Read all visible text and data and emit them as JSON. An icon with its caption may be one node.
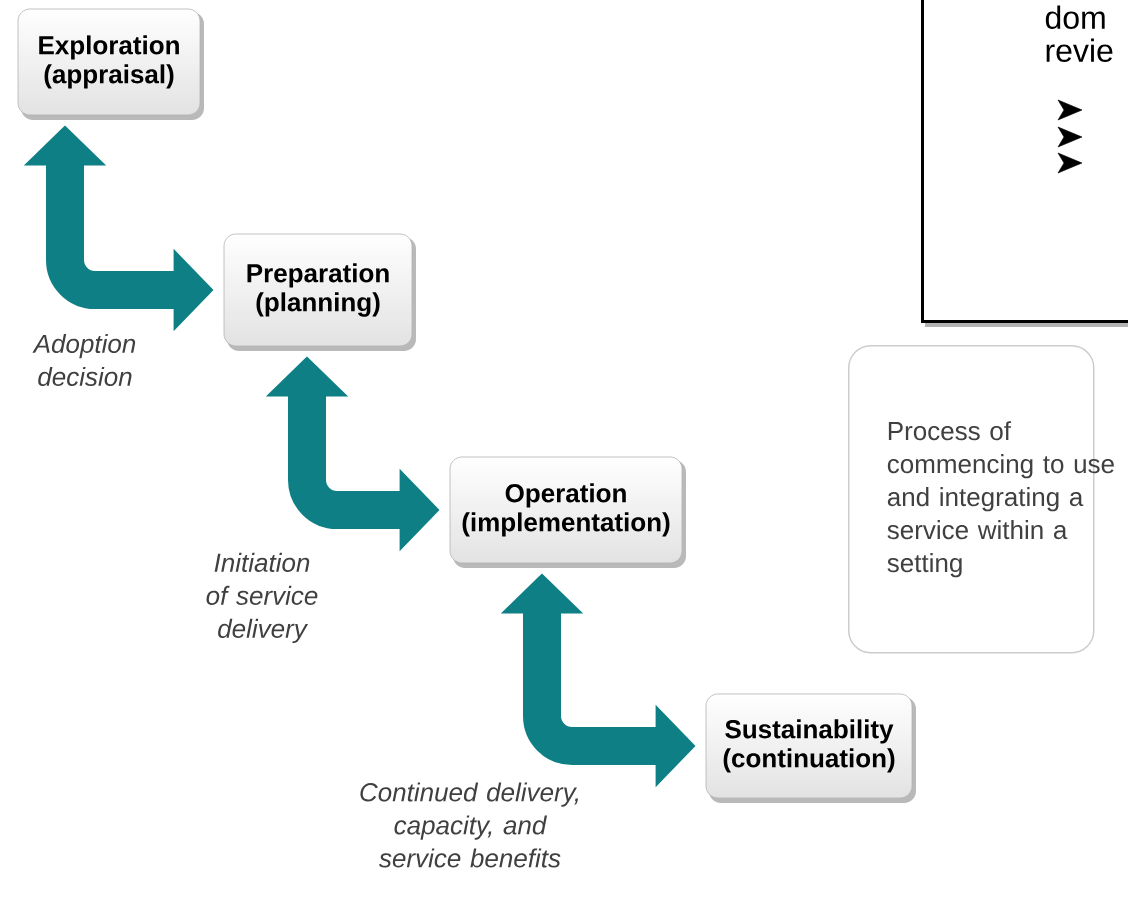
{
  "diagram": {
    "nodes": [
      {
        "text": [
          "Exploration (appraisal)"
        ]
      },
      {
        "text": [
          "Preparation (planning)"
        ]
      },
      {
        "text": [
          "Operation (implementation)"
        ]
      },
      {
        "text": [
          "Sustainability (continuation)"
        ]
      },
      {
        "text": [
          "dom revie"
        ]
      },
      {
        "text": [
          "Process of commencing to use and integrating a service within a setting"
        ]
      }
    ],
    "edges": [
      {
        "from": 0,
        "to": 1,
        "arrow": "both",
        "label": "Adoption decision"
      },
      {
        "from": 1,
        "to": 2,
        "arrow": "both",
        "label": "Initiation of service delivery"
      },
      {
        "from": 2,
        "to": 3,
        "arrow": "both",
        "label": "Continued delivery, capacity, and service benefits"
      }
    ]
  }
}
